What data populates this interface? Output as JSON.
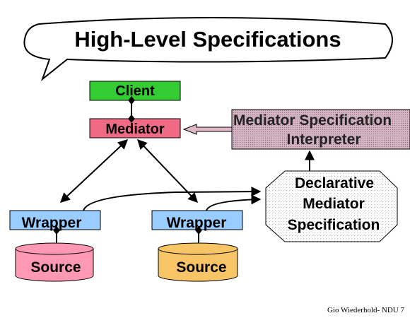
{
  "title": "High-Level Specifications",
  "nodes": {
    "client": {
      "label": "Client",
      "color": "#33cc33"
    },
    "mediator": {
      "label": "Mediator",
      "color": "#f06a86"
    },
    "interpreter": {
      "line1": "Mediator Specification",
      "line2": "Interpreter",
      "color": "#c9a6b4"
    },
    "declarative": {
      "line1": "Declarative",
      "line2": "Mediator",
      "line3": "Specification"
    },
    "wrapper_left": {
      "label": "Wrapper",
      "color": "#99ccff"
    },
    "wrapper_right": {
      "label": "Wrapper",
      "color": "#99ccff"
    },
    "source_left": {
      "label": "Source",
      "color": "#ff99b3"
    },
    "source_right": {
      "label": "Source",
      "color": "#f7c466"
    }
  },
  "footer": "Gio Wiederhold- NDU 7"
}
